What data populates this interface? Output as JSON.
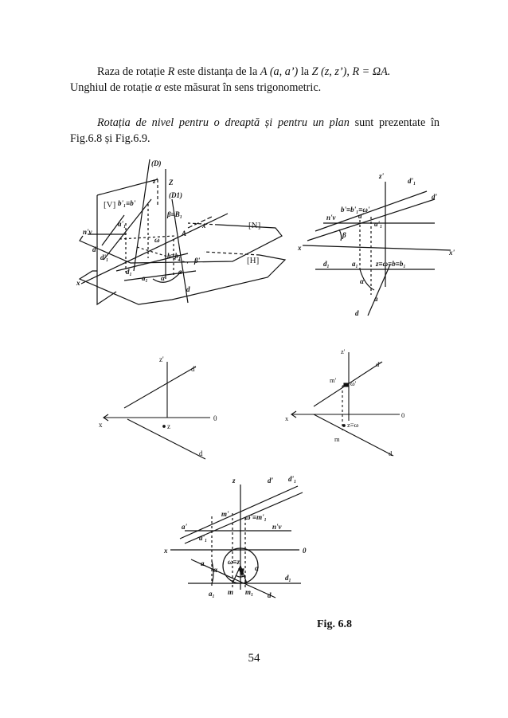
{
  "text": {
    "para1_a": "Raza de rotație ",
    "para1_R": "R",
    "para1_b": " este distanța de la ",
    "para1_A": "A (a, a’)",
    "para1_c": " la ",
    "para1_Z": "Z (z, z’), R = ",
    "para1_omegaA": "ΩA.",
    "para1_d": "Unghiul de rotație ",
    "para1_alpha": "α",
    "para1_e": " este măsurat în sens trigonometric.",
    "para2_italic": "Rotația de nivel pentru o dreaptă și pentru un plan",
    "para2_rest": " sunt prezentate în Fig.6.8 și Fig.6.9."
  },
  "figure_3d": {
    "labels": {
      "D": "(D)",
      "Z": "Z",
      "zprime": "z'",
      "V": "[V]",
      "N": "[N]",
      "H": "[H]",
      "D1": "(D1)",
      "bprimes": "b'₁≡b'",
      "beta_B": "β≡B₁",
      "xprime": "x'",
      "nV": "n'v",
      "a1prime": "a'₁",
      "A": "A",
      "dprime": "d'",
      "d1prime": "d'₁",
      "omega": "ω",
      "bb1": "b≡b₁",
      "betap": "β'",
      "x": "x",
      "d1": "d₁",
      "a1": "a₁",
      "a": "a",
      "alpha": "α",
      "d": "d"
    }
  },
  "figure_topright": {
    "labels": {
      "zprime": "z'",
      "d1prime": "d'₁",
      "dprime": "d'",
      "bprime": "b'≡b'₁≡ω'",
      "nV": "n'v",
      "aprime": "a'",
      "a1prime": "a'₁",
      "beta": "β",
      "x": "x",
      "xprime": "x'",
      "d1": "d₁",
      "a1": "a₁",
      "zomega": "z≡ω≡b≡b₁",
      "alpha": "α",
      "a": "a",
      "d": "d"
    }
  },
  "figure_midleft": {
    "labels": {
      "zprime": "z'",
      "dprime": "d'",
      "x": "x",
      "O": "0",
      "z": "z",
      "d": "d"
    }
  },
  "figure_midright": {
    "labels": {
      "zprime": "z'",
      "dprime": "d'",
      "mprime": "m'",
      "omegaprime": "ω'",
      "x": "x",
      "O": "0",
      "zomega": "z≡ω",
      "m": "m",
      "d": "d"
    }
  },
  "figure_bottom": {
    "labels": {
      "z": "z",
      "dprime": "d'",
      "d1prime": "d'₁",
      "mprime": "m'",
      "omegam": "ω'≡m'₁",
      "aprime": "a'",
      "nV": "n'v",
      "a1prime": "a'₁",
      "x": "x",
      "O": "0",
      "omegaz": "ω≡z",
      "a": "a",
      "alpha": "α",
      "alpha2": "α",
      "d1": "d₁",
      "a1": "a₁",
      "m": "m",
      "m1": "m₁",
      "d": "d"
    }
  },
  "caption": "Fig. 6.8",
  "page_number": "54"
}
